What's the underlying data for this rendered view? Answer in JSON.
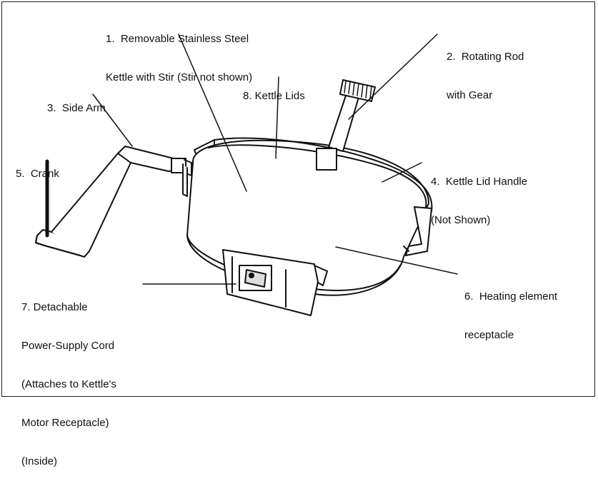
{
  "diagram": {
    "labels": {
      "kettle": [
        "1.  Removable Stainless Steel",
        "Kettle with Stir (Stir not shown)"
      ],
      "rod": [
        "2.  Rotating Rod",
        "with Gear"
      ],
      "side_arm": [
        "3.  Side Arm"
      ],
      "lid_handle": [
        "4.  Kettle Lid Handle",
        "(Not Shown)"
      ],
      "crank": [
        "5.  Crank"
      ],
      "heating": [
        "6.  Heating element",
        "receptacle"
      ],
      "cord": [
        "7. Detachable",
        "Power-Supply Cord",
        "(Attaches to Kettle's",
        "Motor Receptacle)",
        "(Inside)"
      ],
      "lids": [
        "8. Kettle Lids"
      ]
    },
    "colors": {
      "ink": "#111111",
      "background": "#ffffff"
    }
  }
}
